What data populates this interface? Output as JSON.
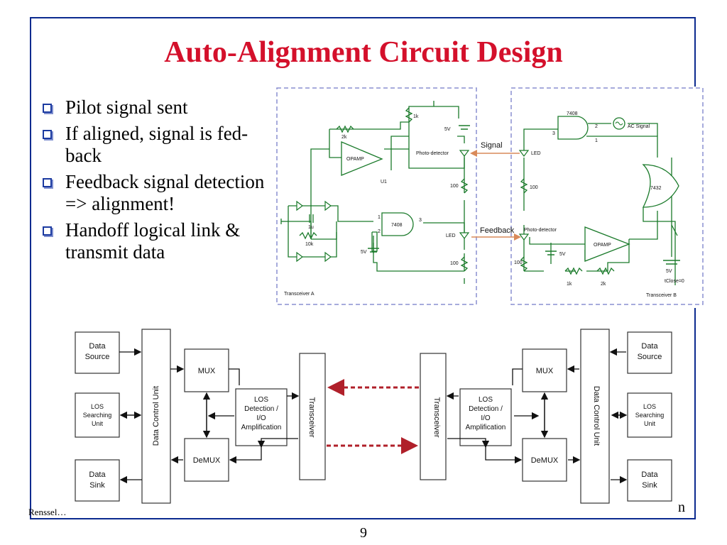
{
  "slide": {
    "title": "Auto-Alignment Circuit Design",
    "bullets": [
      "Pilot signal sent",
      "If aligned, signal is fed-back",
      "Feedback signal detection => alignment!",
      "Handoff logical link & transmit data"
    ],
    "footer_left": "Renssel…",
    "footer_right": "n",
    "page_number": "9"
  },
  "colors": {
    "title": "#d4102b",
    "frame": "#0b2a8f",
    "circuit_green": "#1a7a2a",
    "dash_box": "#8a8fd0",
    "arrow_orange": "#d98a5a",
    "arrow_red": "#b0202a"
  },
  "circuit": {
    "transceiver_a": "Transceiver A",
    "transceiver_b": "Transceiver B",
    "signal": "Signal",
    "feedback": "Feedback",
    "photo_detector_a": "Photo-detector",
    "photo_detector_b": "Photo-detector",
    "led_a": "LED",
    "led_b": "LED",
    "opamp_a": "OPAMP",
    "opamp_b": "OPAMP",
    "u1": "U1",
    "gate_a": "7408",
    "gate_b": "7408",
    "gate_or": "7432",
    "ac_signal": "AC Signal",
    "close": "tClose=0",
    "r1k_a": "1k",
    "r2k_a": "2k",
    "r100_a1": "100",
    "r100_a2": "100",
    "r1k_b": "1k",
    "r2k_b": "2k",
    "r100_b1": "100",
    "r100_b2": "100",
    "cap": "1u",
    "r10k": "10k",
    "v5_a1": "5V",
    "v5_a2": "5V",
    "v5_b1": "5V",
    "v5_b2": "5V",
    "pin1": "1",
    "pin2": "2",
    "pin3": "3"
  },
  "block": {
    "left": {
      "data_source": [
        "Data",
        "Source"
      ],
      "los_searching": [
        "LOS",
        "Searching",
        "Unit"
      ],
      "data_sink": [
        "Data",
        "Sink"
      ],
      "dcu": "Data Control Unit",
      "mux": "MUX",
      "demux": "DeMUX",
      "los_detect": [
        "LOS",
        "Detection /",
        "I/O",
        "Amplification"
      ],
      "transceiver": "Transceiver"
    },
    "right": {
      "data_source": [
        "Data",
        "Source"
      ],
      "los_searching": [
        "LOS",
        "Searching",
        "Unit"
      ],
      "data_sink": [
        "Data",
        "Sink"
      ],
      "dcu": "Data Control Unit",
      "mux": "MUX",
      "demux": "DeMUX",
      "los_detect": [
        "LOS",
        "Detection /",
        "I/O",
        "Amplification"
      ],
      "transceiver": "Transceiver"
    }
  }
}
